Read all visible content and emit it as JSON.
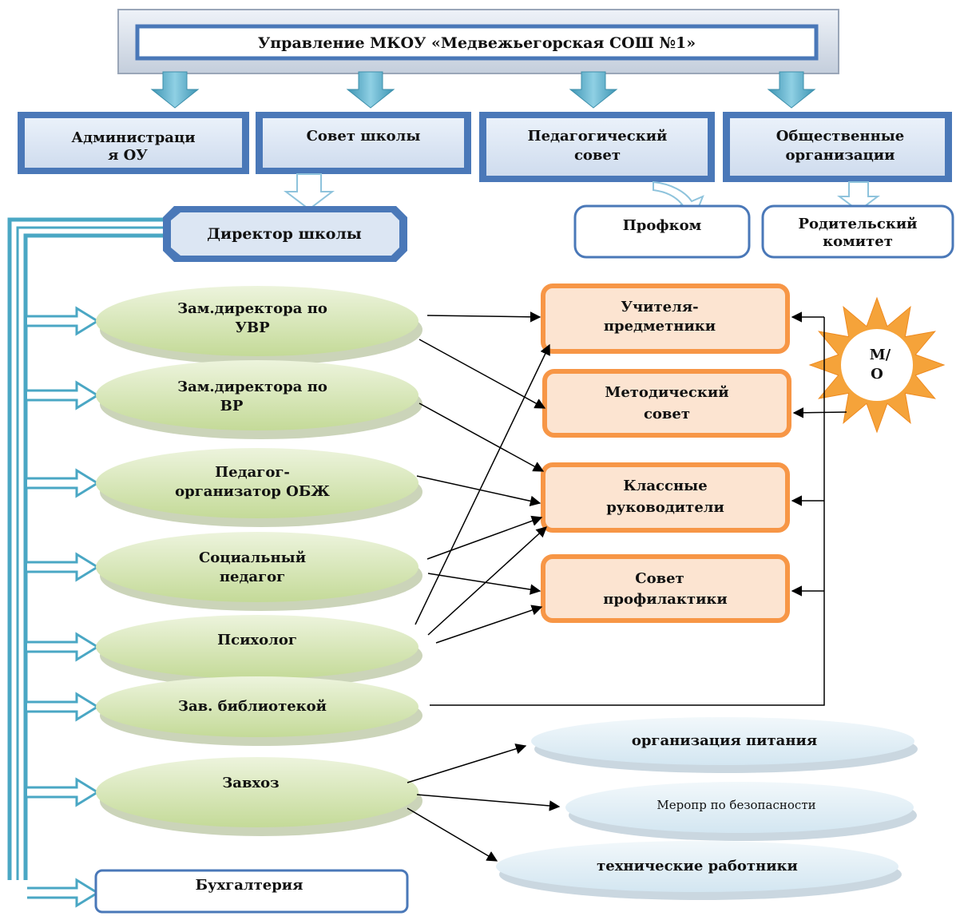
{
  "title": "Управление МКОУ «Медвежьегорская СОШ №1»",
  "bodies": {
    "administration": [
      "Администраци",
      "я  ОУ"
    ],
    "school_council": [
      "Совет школы"
    ],
    "pedagogical_council": [
      "Педагогический",
      "совет"
    ],
    "public_organizations": [
      "Общественные",
      "организации"
    ]
  },
  "director": "Директор школы",
  "profkom": "Профком",
  "parent_committee": [
    "Родительский",
    "комитет"
  ],
  "staff": [
    [
      "Зам.директора по",
      "УВР"
    ],
    [
      "Зам.директора по",
      "ВР"
    ],
    [
      "Педагог-",
      "организатор ОБЖ"
    ],
    [
      "Социальный",
      "педагог"
    ],
    [
      "Психолог"
    ],
    [
      "Зав. библиотекой"
    ],
    [
      "Завхоз"
    ]
  ],
  "accounting": "Бухгалтерия",
  "groups": [
    [
      "Учителя-",
      "предметники"
    ],
    [
      "Методический",
      "совет"
    ],
    [
      "Классные",
      "руководители"
    ],
    [
      "Совет",
      "профилактики"
    ]
  ],
  "mo_badge": [
    "М/",
    "О"
  ],
  "services": [
    "организация питания",
    "Меропр по безопасности",
    "технические работники"
  ],
  "colors": {
    "frame_blue": "#4a78b8",
    "light_blue": "#dbe8f6",
    "teal_arrow": "#4aa7c4",
    "green_ellipse": "#d5e6b4",
    "orange_border": "#f79646",
    "orange_fill": "#fce4d1",
    "sun_orange": "#f5a33a",
    "service_fill": "#e0eef6"
  }
}
